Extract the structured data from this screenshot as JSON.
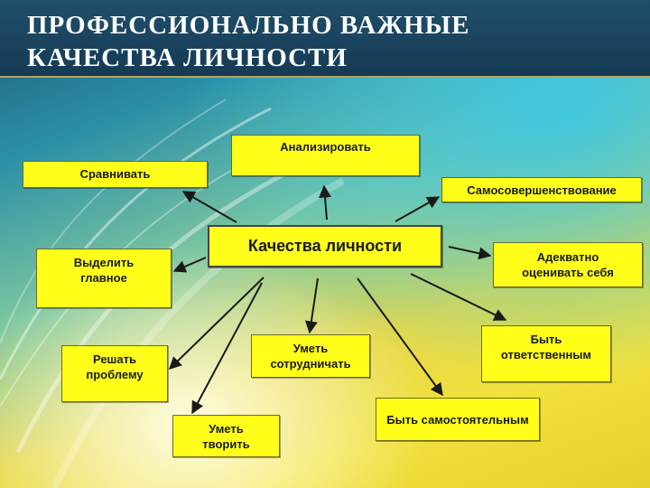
{
  "title": "ПРОФЕССИОНАЛЬНО ВАЖНЫЕ\nКАЧЕСТВА  ЛИЧНОСТИ",
  "center": "Качества личности",
  "qualities": {
    "analyze": "Анализировать",
    "compare": "Сравнивать",
    "self_improvement": "Самосовершенствование",
    "main_point": "Выделить главное",
    "adequate": "Адекватно оценивать себя",
    "solve": "Решать проблему",
    "cooperate": "Уметь сотрудничать",
    "responsible": "Быть ответственным",
    "create": "Уметь творить",
    "independent": "Быть самостоятельным"
  },
  "colors": {
    "box": "#ffff1a",
    "header": "#1f4f6a",
    "arrow": "#1a1a1a"
  }
}
